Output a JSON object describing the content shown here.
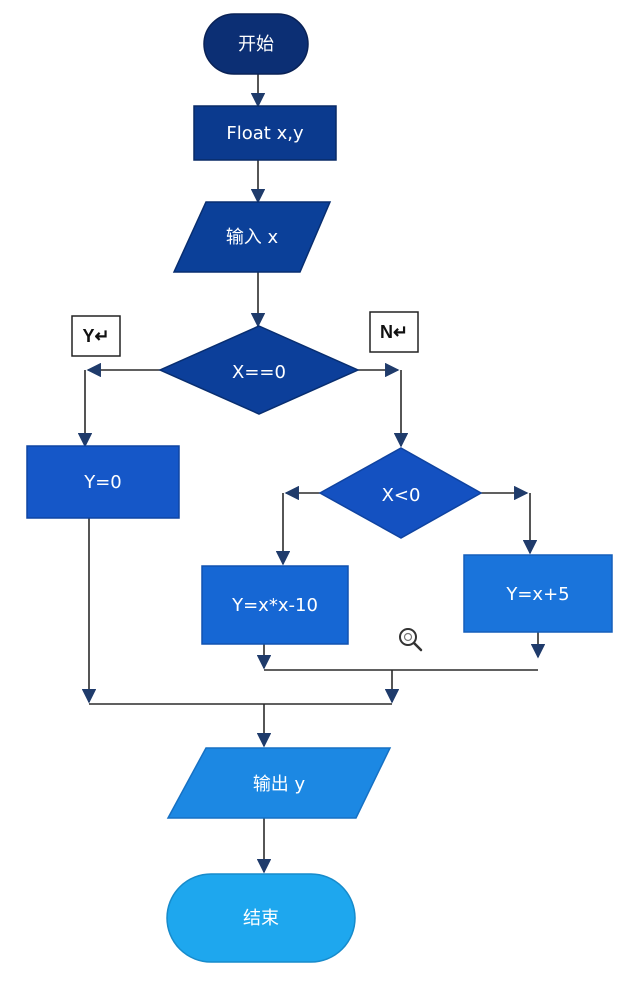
{
  "flowchart": {
    "start": "开始",
    "declare": "Float x,y",
    "input": "输入 x",
    "decision_main": "X==0",
    "yes_tag": "Y↵",
    "no_tag": "N↵",
    "assign_zero": "Y=0",
    "decision_sub": "X<0",
    "assign_neg": "Y=x*x-10",
    "assign_pos": "Y=x+5",
    "output": "输出 y",
    "end": "结束"
  },
  "colors": {
    "dark_blue": "#0b3a8e",
    "mid_blue": "#1557c8",
    "light_blue": "#1f8fe6",
    "cyan": "#1ea7ee",
    "connector": "#2b2b2b"
  },
  "icons": [
    "zoom-icon"
  ]
}
